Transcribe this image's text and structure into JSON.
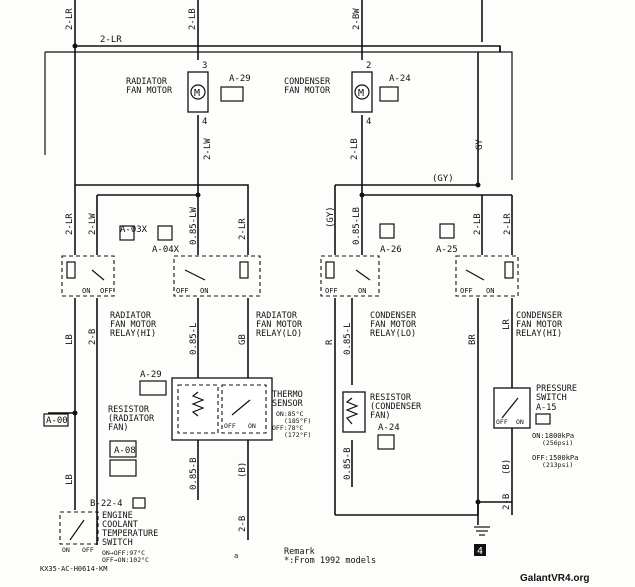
{
  "wires": {
    "top_left_1": "2-LR",
    "top_left_2": "2-LB",
    "top_right_1": "2-BW",
    "top_bus": "2-LR",
    "rad_out": "2-LW",
    "cond_out": "2-LB",
    "gy_right": "GY",
    "gy_mid": "(GY)",
    "gy_left": "(GY)",
    "r1_a": "2-LR",
    "r1_b": "2-LW",
    "r2_a": "0.85-LW",
    "r2_b": "2-LR",
    "r3_a": "0.85-LB",
    "r4_a": "2-LB",
    "r4_b": "2-LR",
    "lb_left": "LB",
    "b_left": "2-B",
    "l_mid": "0.85-L",
    "gb_mid": "GB",
    "b_mid": "0.85-B",
    "b_paren": "(B)",
    "b_bottom": "2-B",
    "r_cond": "R",
    "l_cond": "0.85-L",
    "br_cond": "BR",
    "b_cond": "0.85-B",
    "lr_right": "LR",
    "b_right_paren": "(B)",
    "b_right": "2-B",
    "lb_bottom": "LB"
  },
  "components": {
    "rad_fan_motor": {
      "name": "RADIATOR\nFAN MOTOR",
      "conn": "A-29",
      "pin_top": "3",
      "pin_bot": "4"
    },
    "cond_fan_motor": {
      "name": "CONDENSER\nFAN MOTOR",
      "conn": "A-24",
      "pin_top": "2",
      "pin_bot": "4"
    },
    "relay_hi_rad": {
      "name": "RADIATOR\nFAN MOTOR\nRELAY(HI)",
      "conn": "A-03X"
    },
    "relay_lo_rad": {
      "name": "RADIATOR\nFAN MOTOR\nRELAY(LO)",
      "conn": "A-04X"
    },
    "relay_lo_cond": {
      "name": "CONDENSER\nFAN MOTOR\nRELAY(LO)",
      "conn": "A-26"
    },
    "relay_hi_cond": {
      "name": "CONDENSER\nFAN MOTOR\nRELAY(HI)",
      "conn": "A-25"
    },
    "thermo_sensor": {
      "name": "THERMO\nSENSOR",
      "spec": "ON:85°C\n(185°F)\nOFF:78°C\n(172°F)",
      "conn": "A-29"
    },
    "resistor_rad": {
      "name": "RESISTOR\n(RADIATOR\nFAN)",
      "conn": "A-08"
    },
    "resistor_cond": {
      "name": "RESISTOR\n(CONDENSER\nFAN)",
      "conn": "A-24"
    },
    "pressure_switch": {
      "name": "PRESSURE\nSWITCH",
      "conn": "A-15",
      "spec": "ON:1800kPa\n(256psi)\nOFF:1500kPa\n(213psi)"
    },
    "coolant_switch": {
      "name": "ENGINE\nCOOLANT\nTEMPERATURE\nSWITCH",
      "conn": "B-22-4",
      "spec": "ON:OFF:97°C\nOFF:ON:102°C"
    }
  },
  "labels": {
    "a00": "A-00",
    "ground": "4",
    "remark_title": "Remark",
    "remark_text": "*:From 1992 models",
    "doc_id": "KX35-AC-H0614-KM",
    "watermark": "GalantVR4.org",
    "off": "OFF",
    "on": "ON",
    "star": "*",
    "small_a": "a"
  }
}
